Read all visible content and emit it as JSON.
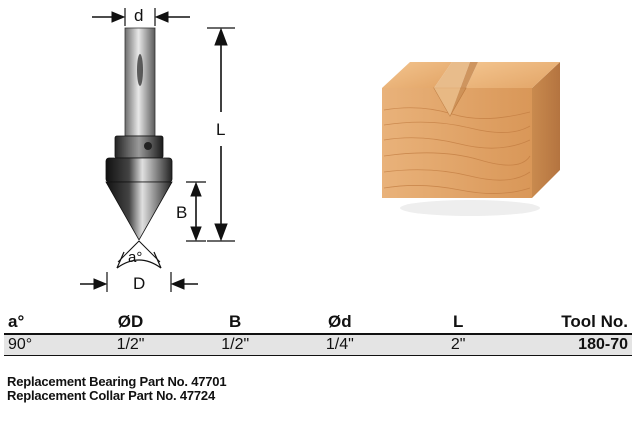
{
  "dimension_labels": {
    "d": "d",
    "L": "L",
    "B": "B",
    "angle": "a°",
    "D": "D"
  },
  "table": {
    "headers": [
      "a°",
      "ØD",
      "B",
      "Ød",
      "L",
      "Tool No."
    ],
    "rows": [
      [
        "90°",
        "1/2\"",
        "1/2\"",
        "1/4\"",
        "2\"",
        "180-70"
      ]
    ]
  },
  "notes": [
    "Replacement Bearing Part No. 47701",
    "Replacement Collar Part No. 47724"
  ],
  "colors": {
    "wood_light": "#e9b27a",
    "wood_dark": "#c98a4e",
    "table_row_bg": "#e4e4e4"
  }
}
